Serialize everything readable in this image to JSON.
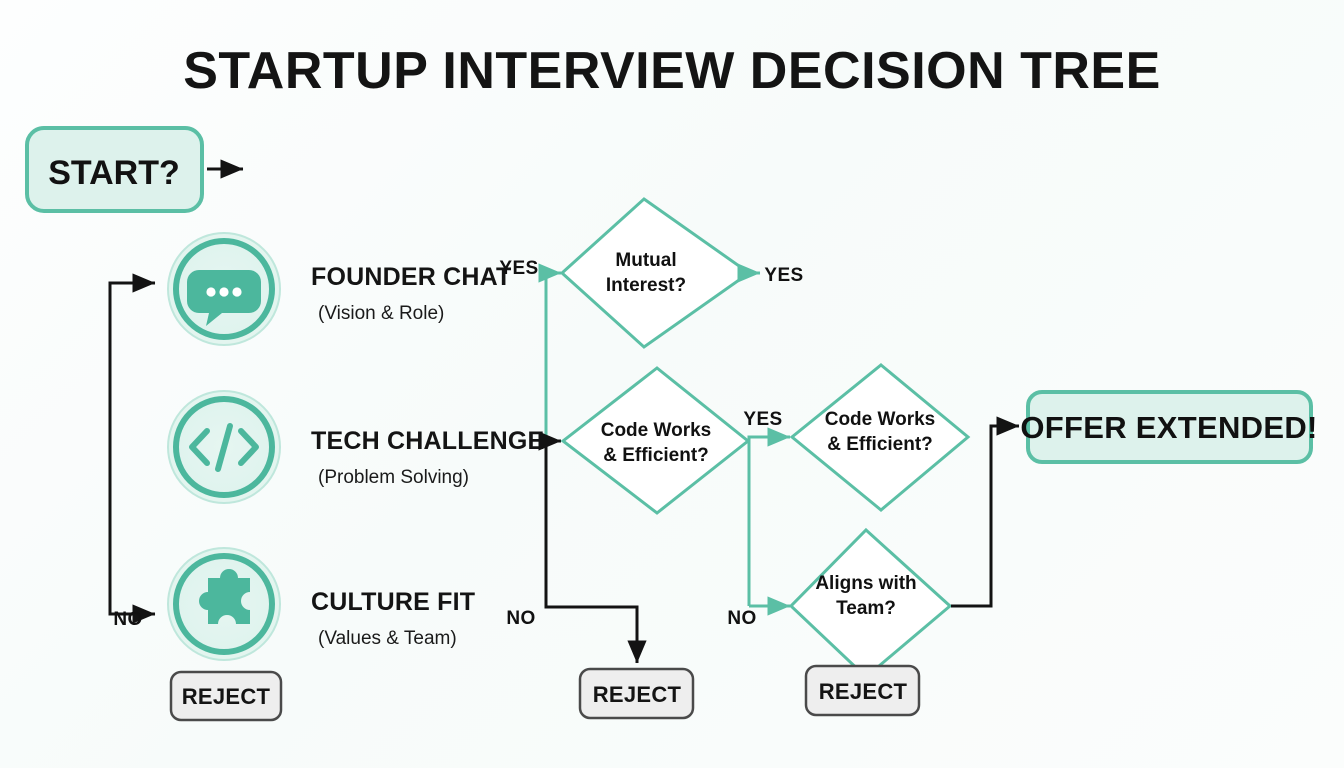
{
  "page": {
    "title": "STARTUP INTERVIEW DECISION TREE",
    "background_color": "#fbfdfc"
  },
  "colors": {
    "teal": "#5bbfa5",
    "teal_dark": "#3fa68d",
    "mint_fill": "#ddf2ec",
    "black": "#131313",
    "reject_fill": "#eeeeee",
    "reject_border": "#4a4a4a"
  },
  "start_node": {
    "label": "START?",
    "fill": "#ddf2ec",
    "border": "#5bbfa5"
  },
  "stages": [
    {
      "icon": "chat-bubble-icon",
      "title": "FOUNDER CHAT",
      "subtitle": "(Vision & Role)"
    },
    {
      "icon": "code-brackets-icon",
      "title": "TECH CHALLENGE",
      "subtitle": "(Problem Solving)"
    },
    {
      "icon": "puzzle-piece-icon",
      "title": "CULTURE FIT",
      "subtitle": "(Values & Team)"
    }
  ],
  "decisions": [
    {
      "id": "mutual-interest",
      "line1": "Mutual",
      "line2": "Interest?"
    },
    {
      "id": "code-works-1",
      "line1": "Code Works",
      "line2": "& Efficient?"
    },
    {
      "id": "code-works-2",
      "line1": "Code Works",
      "line2": "& Efficient?"
    },
    {
      "id": "aligns-with-team",
      "line1": "Aligns with",
      "line2": "Team?"
    }
  ],
  "edge_labels": {
    "yes_founder": "YES",
    "yes_mutual_out": "YES",
    "yes_code": "YES",
    "no_loop_left": "NO",
    "no_code": "NO",
    "no_second_code": "NO"
  },
  "reject_nodes": [
    {
      "label": "REJECT"
    },
    {
      "label": "REJECT"
    },
    {
      "label": "REJECT"
    }
  ],
  "offer_node": {
    "label": "OFFER EXTENDED!",
    "fill": "#ddf2ec",
    "border": "#5bbfa5"
  }
}
